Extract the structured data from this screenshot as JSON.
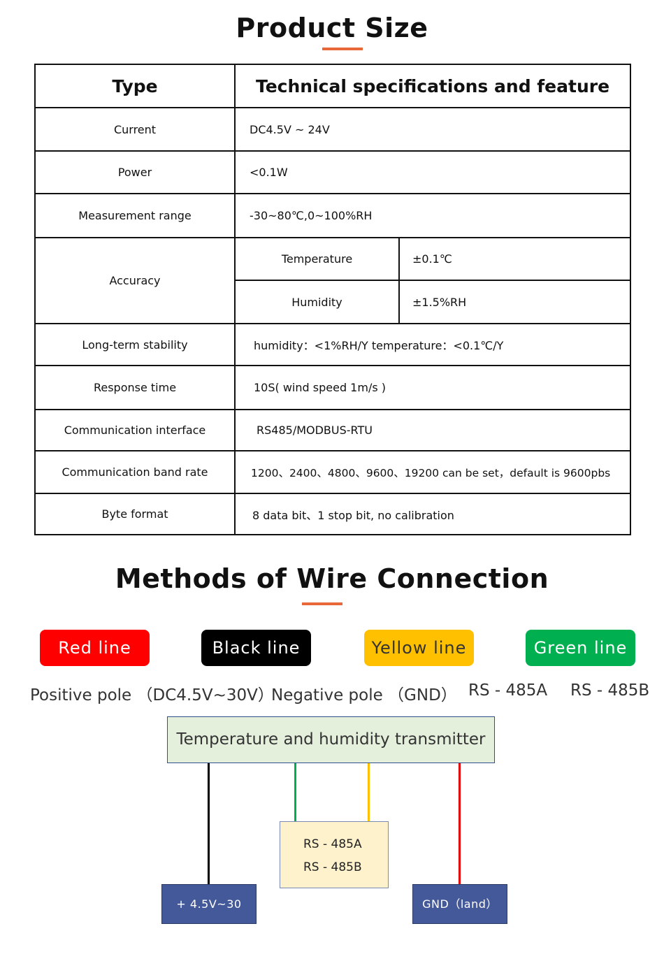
{
  "sections": {
    "product_size_title": "Product Size",
    "wire_title": "Methods of Wire Connection"
  },
  "spec_table": {
    "headers": [
      "Type",
      "Technical specifications and feature"
    ],
    "rows": [
      {
        "type": "Current",
        "value": "DC4.5V ~ 24V"
      },
      {
        "type": "Power",
        "value": "<0.1W"
      },
      {
        "type": "Measurement range",
        "value": "-30~80℃,0~100%RH"
      },
      {
        "type": "Long-term stability",
        "value": "humidity：<1%RH/Y    temperature：<0.1℃/Y"
      },
      {
        "type": "Response time",
        "value": "10S( wind speed 1m/s )"
      },
      {
        "type": "Communication interface",
        "value": "RS485/MODBUS-RTU"
      },
      {
        "type": "Communication band rate",
        "value": "1200、2400、4800、9600、19200 can be set，default is 9600pbs"
      },
      {
        "type": "Byte format",
        "value": "8 data bit、1 stop bit, no calibration"
      }
    ],
    "accuracy": {
      "label": "Accuracy",
      "temperature_label": "Temperature",
      "temperature_value": "±0.1℃",
      "humidity_label": "Humidity",
      "humidity_value": "±1.5%RH"
    }
  },
  "wires": {
    "legend": [
      {
        "label": "Red line",
        "color": "#ff0000",
        "text_color": "#ffffff"
      },
      {
        "label": "Black line",
        "color": "#000000",
        "text_color": "#ffffff"
      },
      {
        "label": "Yellow line",
        "color": "#ffc000",
        "text_color": "#333333"
      },
      {
        "label": "Green line",
        "color": "#00b050",
        "text_color": "#ffffff"
      }
    ],
    "poles": [
      "Positive pole （DC4.5V~30V）",
      "Negative pole （GND）",
      "RS - 485A",
      "RS - 485B"
    ]
  },
  "diagram": {
    "transmitter": "Temperature and humidity transmitter",
    "rs_a": "RS - 485A",
    "rs_b": "RS - 485B",
    "positive": "+ 4.5V~30",
    "gnd": "GND（land）",
    "colors": {
      "black": "#000000",
      "green": "#00b050",
      "yellow": "#ffc000",
      "red": "#e00000"
    }
  }
}
